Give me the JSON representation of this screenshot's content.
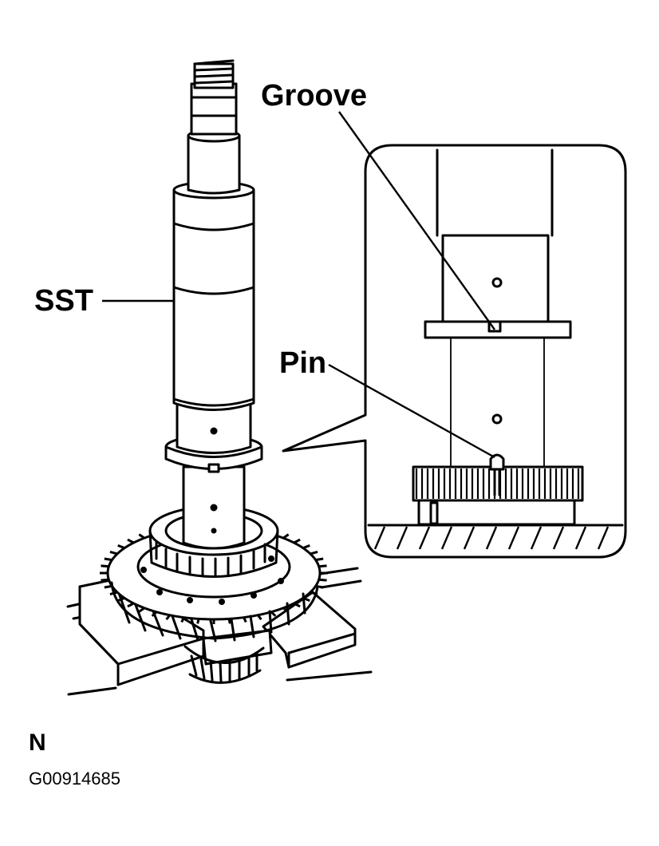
{
  "labels": {
    "groove": "Groove",
    "sst": "SST",
    "pin": "Pin",
    "view_letter": "N",
    "figure_code": "G00914685"
  }
}
